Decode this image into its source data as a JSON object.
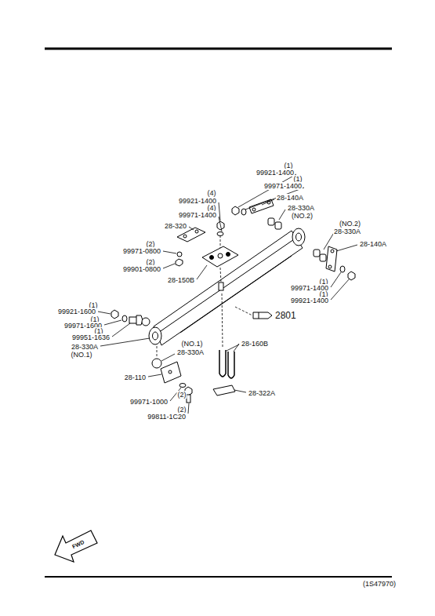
{
  "diagram": {
    "labels": [
      "(1)",
      "99921-1400",
      "(1)",
      "99971-1400",
      "28-140A",
      "(4)",
      "99921-1400",
      "(4)",
      "99971-1400",
      "28-330A",
      "(NO.2)",
      "(NO.2)",
      "28-330A",
      "28-320",
      "28-140A",
      "(2)",
      "99971-0800",
      "(2)",
      "99901-0800",
      "28-150B",
      "(1)",
      "99971-1400",
      "(1)",
      "99921-1400",
      "2801",
      "(1)",
      "99921-1600",
      "(1)",
      "99971-1600",
      "(1)",
      "99951-1636",
      "28-330A",
      "(NO.1)",
      "(NO.1)",
      "28-160B",
      "28-330A",
      "28-110",
      "28-322A",
      "(2)",
      "99971-1000",
      "(2)",
      "99811-1C20",
      "FWD",
      "(1S47970)"
    ]
  }
}
